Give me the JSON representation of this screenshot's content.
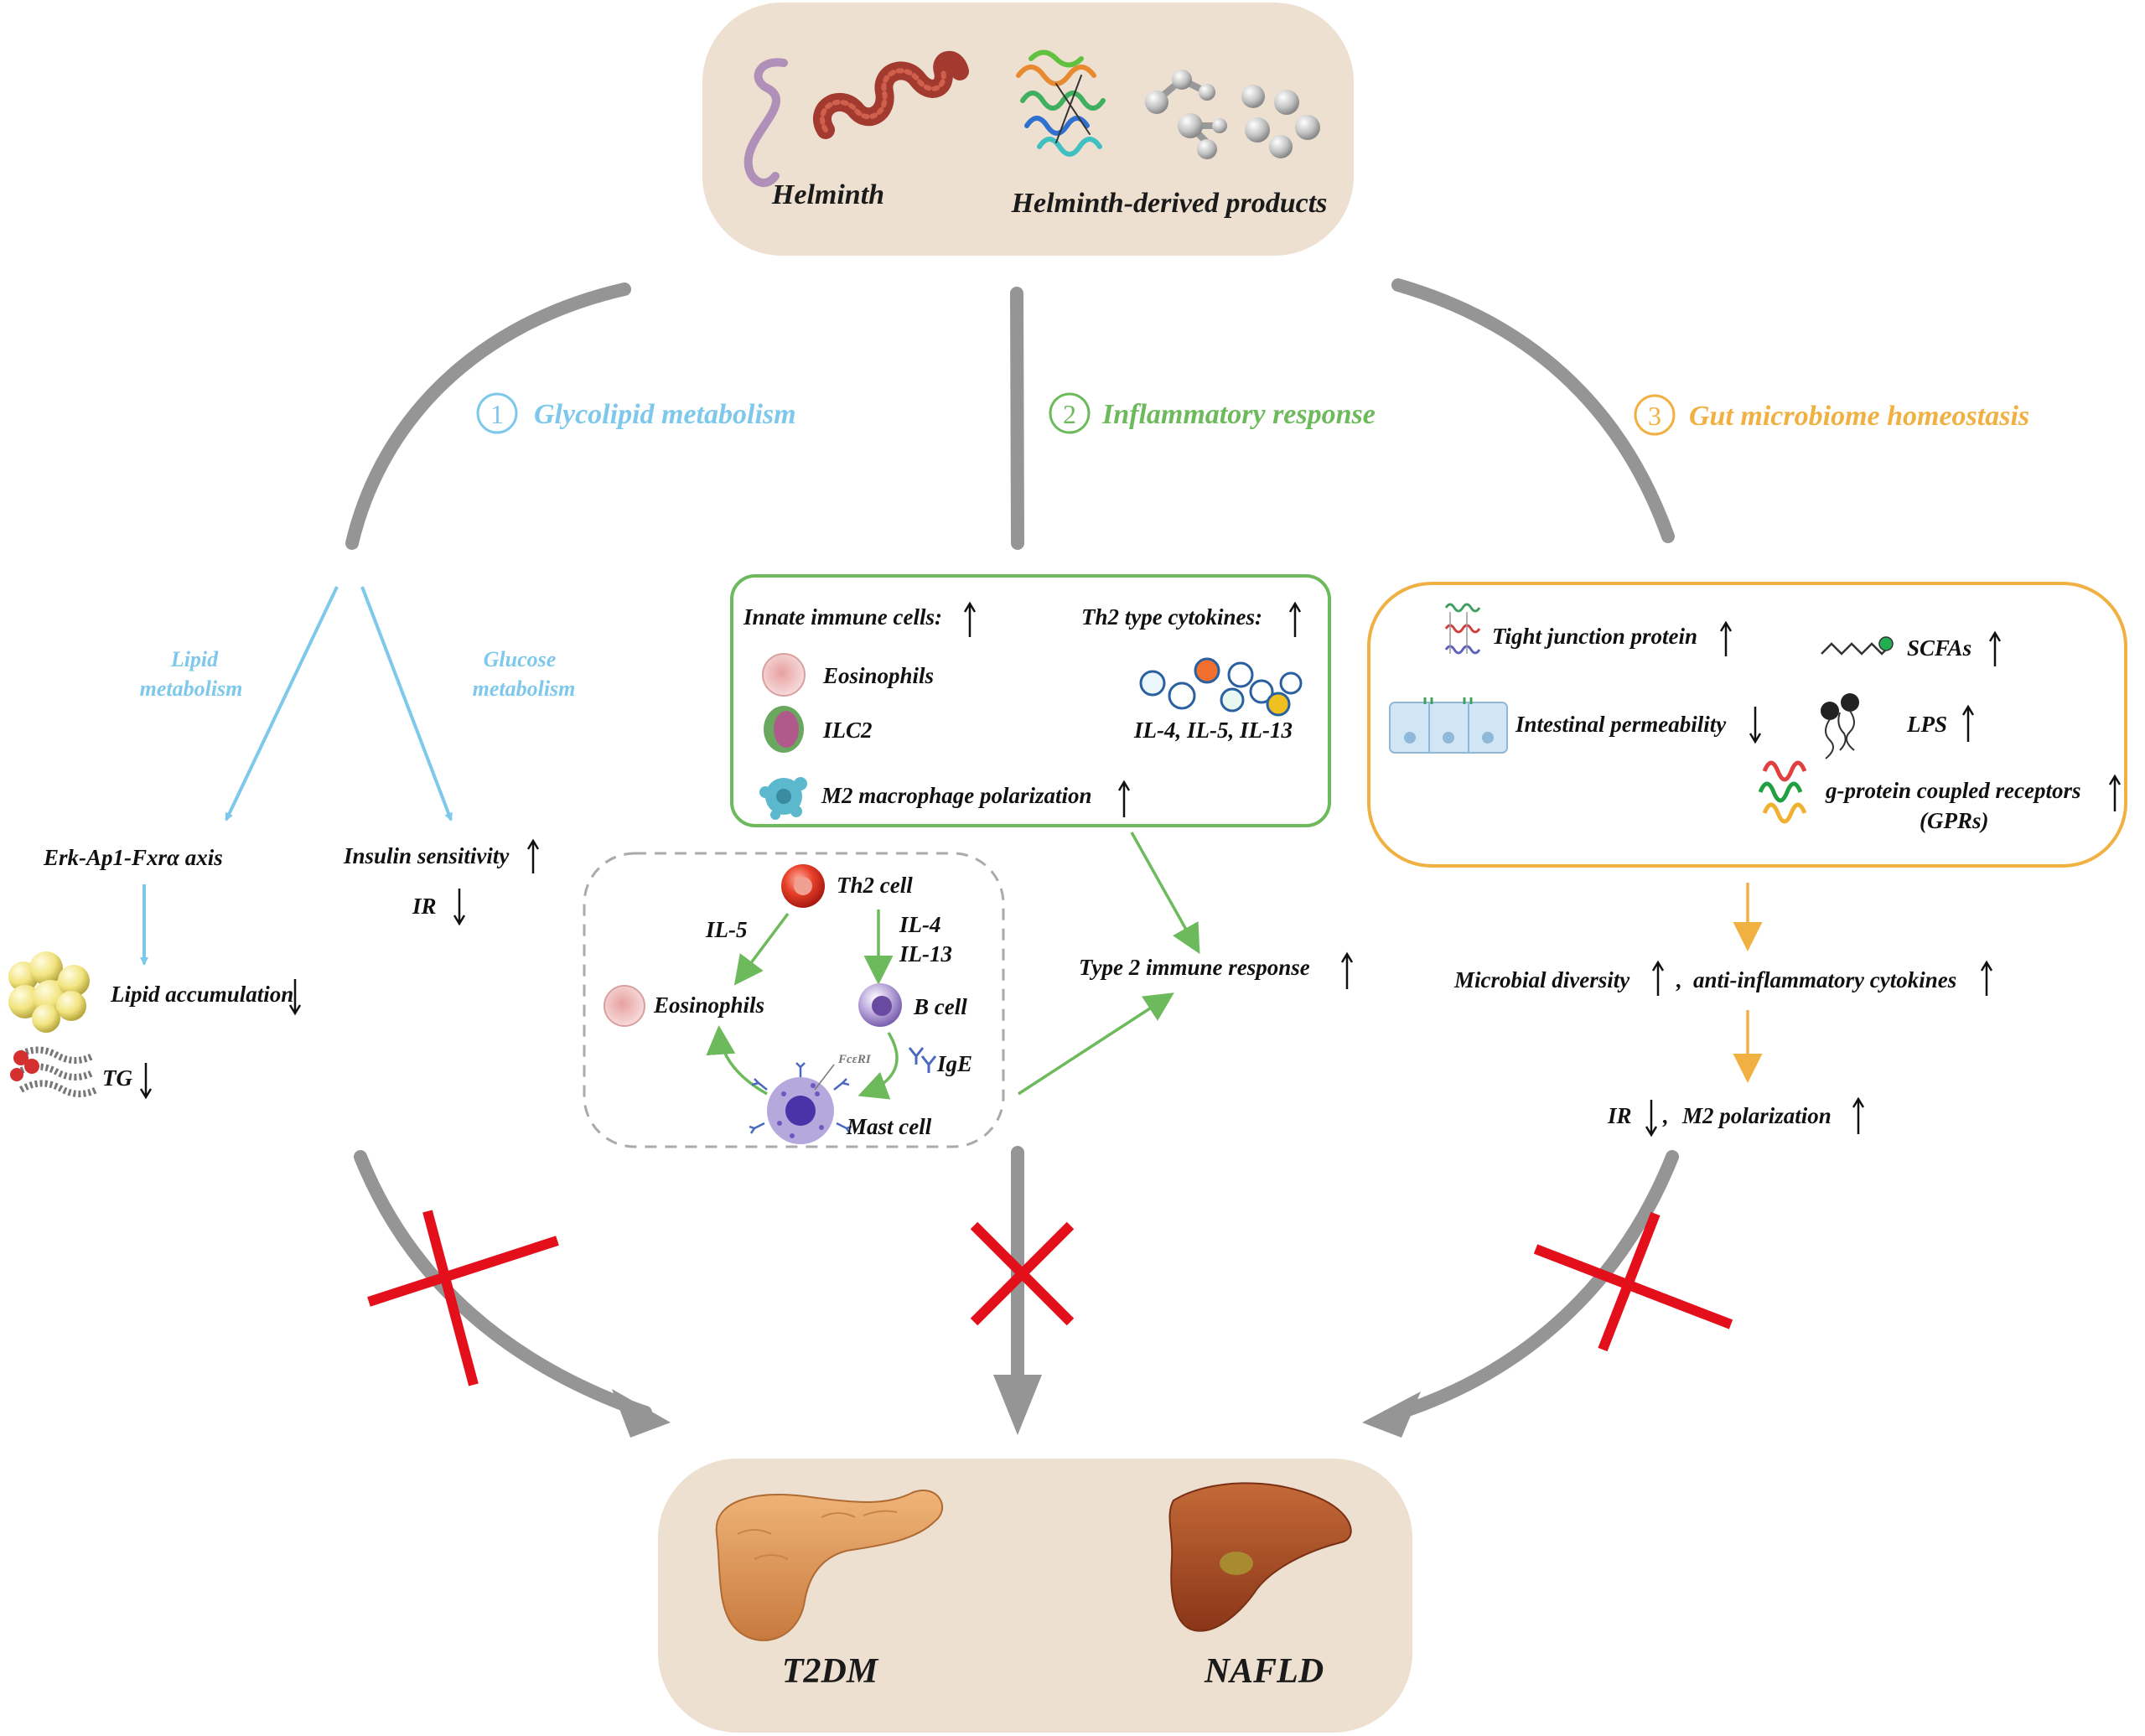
{
  "top_box": {
    "helminth": "Helminth",
    "products": "Helminth-derived products"
  },
  "pathways": {
    "p1": {
      "number": "1",
      "title": "Glycolipid metabolism"
    },
    "p2": {
      "number": "2",
      "title": "Inflammatory response"
    },
    "p3": {
      "number": "3",
      "title": "Gut microbiome homeostasis"
    }
  },
  "glycolipid": {
    "lipid_label_1": "Lipid",
    "lipid_label_2": "metabolism",
    "glucose_label_1": "Glucose",
    "glucose_label_2": "metabolism",
    "erk": "Erk-Ap1-Fxrα axis",
    "insulin": "Insulin sensitivity",
    "ir": "IR",
    "lipid_acc": "Lipid accumulation",
    "tg": "TG"
  },
  "inflammatory": {
    "innate": "Innate immune cells:",
    "th2_cytokines": "Th2 type cytokines:",
    "eosinophils": "Eosinophils",
    "ilc2": "ILC2",
    "cytokines": "IL-4, IL-5, IL-13",
    "m2": "M2 macrophage polarization",
    "th2_cell": "Th2 cell",
    "il5": "IL-5",
    "il4": "IL-4",
    "il13": "IL-13",
    "eos2": "Eosinophils",
    "bcell": "B cell",
    "ige": "IgE",
    "fceri": "FcεRI",
    "mast": "Mast cell",
    "type2": "Type 2 immune response"
  },
  "microbiome": {
    "tight": "Tight junction protein",
    "scfa": "SCFAs",
    "perm": "Intestinal permeability",
    "lps": "LPS",
    "gpr1": "g-protein coupled receptors",
    "gpr2": "(GPRs)",
    "diversity": "Microbial diversity",
    "anti": "anti-inflammatory cytokines",
    "comma": ",",
    "ir": "IR",
    "m2": "M2 polarization"
  },
  "bottom_box": {
    "t2dm": "T2DM",
    "nafld": "NAFLD"
  },
  "colors": {
    "blue": "#7ec8ec",
    "green": "#6dba5c",
    "orange": "#f0b042",
    "grey": "#959595",
    "red": "#e3101b",
    "box": "#ede0d0"
  }
}
